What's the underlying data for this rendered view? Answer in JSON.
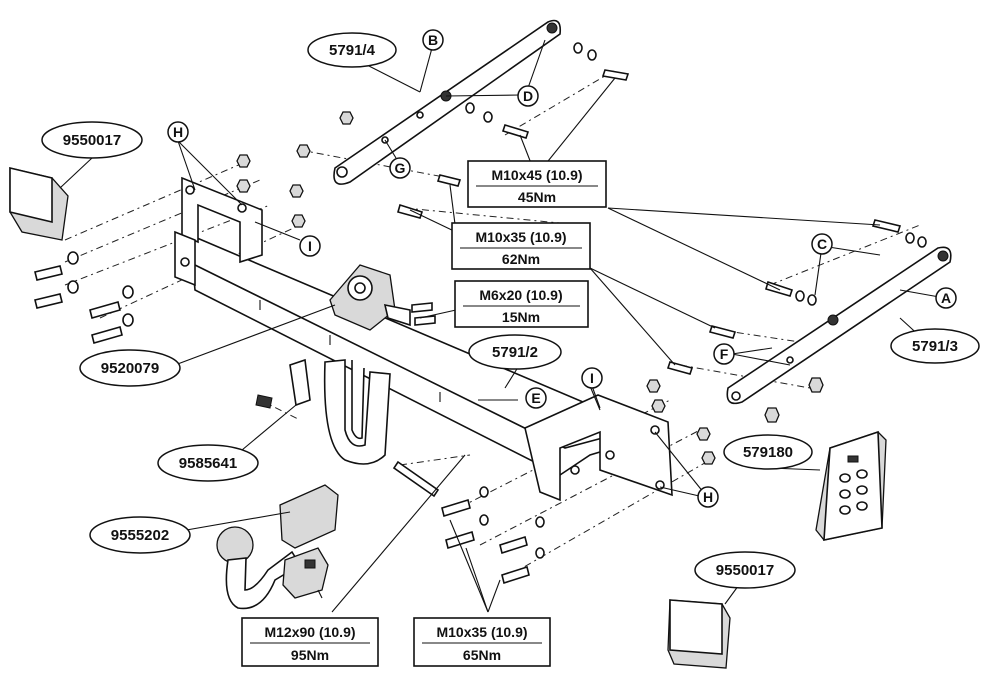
{
  "part_labels": {
    "p9550017_top": "9550017",
    "p5791_4": "5791/4",
    "p9520079": "9520079",
    "p5791_2": "5791/2",
    "p9585641": "9585641",
    "p9555202": "9555202",
    "p5791_3": "5791/3",
    "p579180": "579180",
    "p9550017_bottom": "9550017"
  },
  "letters": {
    "A": "A",
    "B": "B",
    "C": "C",
    "D": "D",
    "E": "E",
    "F": "F",
    "G": "G",
    "H1": "H",
    "H2": "H",
    "I1": "I",
    "I2": "I"
  },
  "specs": {
    "m10x45": {
      "bolt": "M10x45 (10.9)",
      "torque": "45Nm"
    },
    "m10x35_top": {
      "bolt": "M10x35 (10.9)",
      "torque": "62Nm"
    },
    "m6x20": {
      "bolt": "M6x20 (10.9)",
      "torque": "15Nm"
    },
    "m12x90": {
      "bolt": "M12x90 (10.9)",
      "torque": "95Nm"
    },
    "m10x35_bottom": {
      "bolt": "M10x35 (10.9)",
      "torque": "65Nm"
    }
  }
}
